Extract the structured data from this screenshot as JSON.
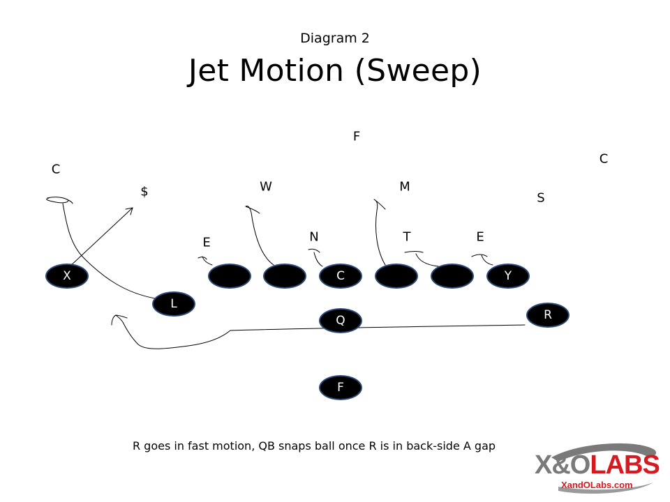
{
  "slide": {
    "subtitle": "Diagram 2",
    "title": "Jet Motion (Sweep)",
    "caption": "R goes in fast motion, QB snaps ball once R is in back-side A gap"
  },
  "defense": {
    "f": "F",
    "c_right": "C",
    "c_left": "C",
    "dollar": "$",
    "w": "W",
    "m": "M",
    "s": "S",
    "e_left": "E",
    "n": "N",
    "t": "T",
    "e_right": "E"
  },
  "offense": {
    "x": "X",
    "lt": "",
    "lg": "",
    "c": "C",
    "rg": "",
    "rt": "",
    "y": "Y",
    "l": "L",
    "r": "R",
    "q": "Q",
    "f": "F"
  },
  "logo": {
    "text_xando": "X&O",
    "text_labs": "LABS",
    "site": "XandOLabs.com"
  }
}
